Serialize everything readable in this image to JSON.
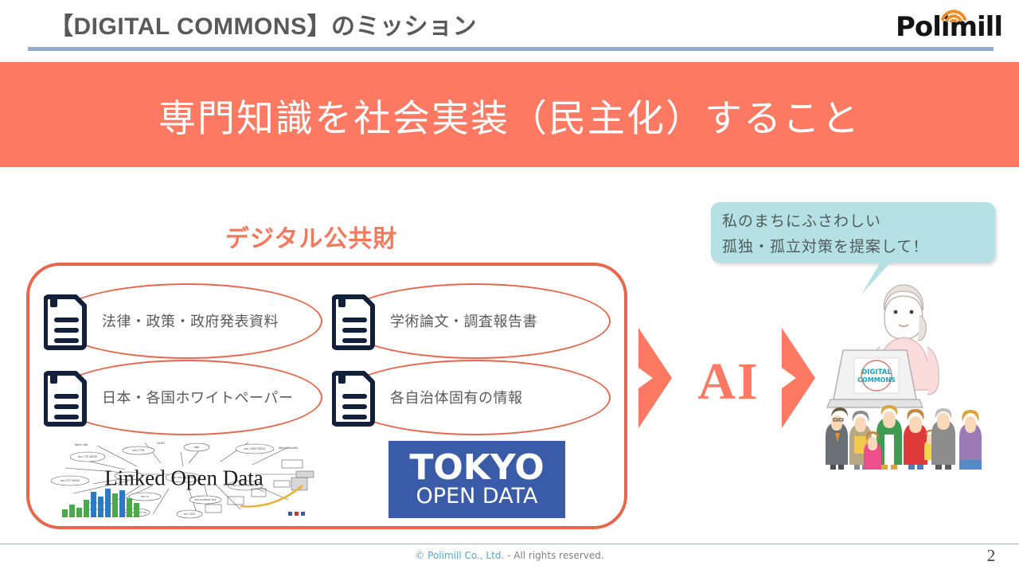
{
  "header": {
    "title": "【DIGITAL COMMONS】のミッション",
    "logo_word": "Polimill",
    "logo_icon": "wifi-arcs-icon",
    "rule_color": "#8faecd"
  },
  "banner": {
    "text": "専門知識を社会実装（民主化）すること",
    "bg_color": "#fd7961",
    "text_color": "#ffffff"
  },
  "main": {
    "section_heading": "デジタル公共財",
    "section_heading_color": "#f4785c",
    "card_border_color": "#e8674c",
    "items": [
      {
        "label": "法律・政策・政府発表資料",
        "icon": "document-icon"
      },
      {
        "label": "学術論文・調査報告書",
        "icon": "document-icon"
      },
      {
        "label": "日本・各国ホワイトペーパー",
        "icon": "document-icon"
      },
      {
        "label": "各自治体固有の情報",
        "icon": "document-icon"
      }
    ],
    "linked_open_data": {
      "word1": "L",
      "word1_rest": "inked",
      "word2": "O",
      "word2_rest": "pen",
      "word3": "D",
      "word3_rest": "ata",
      "full": "Linked Open Data"
    },
    "tokyo_open_data": {
      "main": "TOKYO",
      "sub": "OPEN DATA",
      "bg_color": "#3a5ca8"
    }
  },
  "ai": {
    "label": "AI",
    "color": "#fd7961",
    "left_arrow_icon": "chevron-right-icon",
    "right_arrow_icon": "chevron-right-icon"
  },
  "bubble": {
    "line1": "私のまちにふさわしい",
    "line2": "孤独・孤立対策を提案して！",
    "bg_color": "#b5e1e4",
    "text_color": "#4f5b5c"
  },
  "illustration": {
    "laptop_logo_line1": "DIGITAL",
    "laptop_logo_line2": "COMMONS",
    "alt": "woman-with-laptop-and-group-of-people"
  },
  "footer": {
    "brand": "© Polimill Co., Ltd.",
    "rights": " - All rights reserved.",
    "page_number": "2"
  }
}
